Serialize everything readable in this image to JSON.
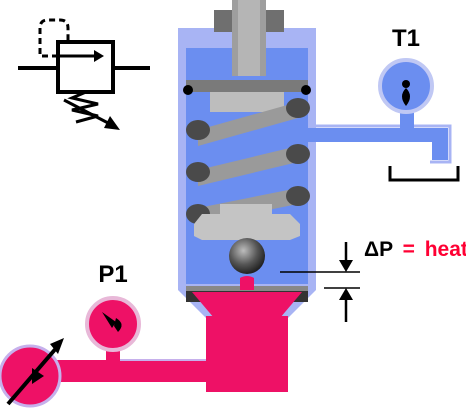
{
  "labels": {
    "tank_gauge": "T1",
    "pressure_gauge": "P1",
    "delta_p": "ΔP",
    "equals": "=",
    "heat": "heat"
  },
  "icons": {
    "relief_valve_symbol": "relief-valve-symbol-icon",
    "pump": "variable-pump-icon",
    "tank": "tank-icon"
  },
  "colors": {
    "pressure_fluid": "#ee1166",
    "tank_fluid": "#6b8ef0",
    "valve_body": "#a8b4f4",
    "spring_coil": "#4a4a4a",
    "piston": "#bdbdbd",
    "heat_text": "#ff0033",
    "outline": "#000000"
  }
}
